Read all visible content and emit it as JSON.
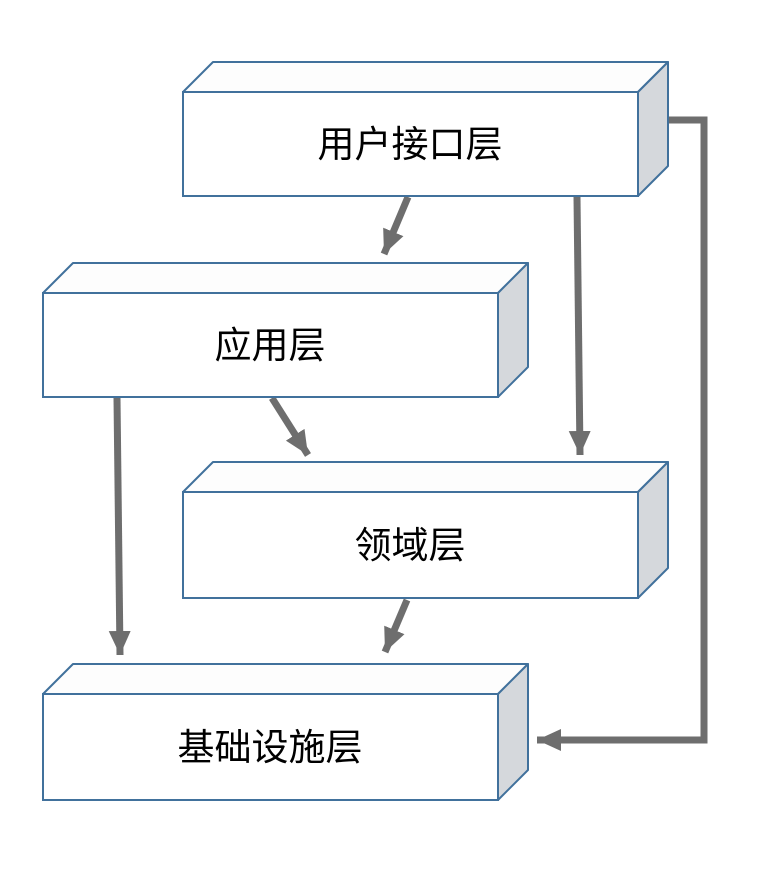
{
  "diagram": {
    "type": "layered-architecture-diagram",
    "background": "#ffffff",
    "nodes": [
      {
        "id": "user-interface-layer",
        "label": "用户接口层"
      },
      {
        "id": "application-layer",
        "label": "应用层"
      },
      {
        "id": "domain-layer",
        "label": "领域层"
      },
      {
        "id": "infrastructure-layer",
        "label": "基础设施层"
      }
    ],
    "edges": [
      {
        "from": "user-interface-layer",
        "to": "application-layer",
        "style": "diagonal"
      },
      {
        "from": "user-interface-layer",
        "to": "domain-layer",
        "style": "straight-down"
      },
      {
        "from": "user-interface-layer",
        "to": "infrastructure-layer",
        "style": "elbow-right-side"
      },
      {
        "from": "application-layer",
        "to": "domain-layer",
        "style": "diagonal"
      },
      {
        "from": "application-layer",
        "to": "infrastructure-layer",
        "style": "straight-down"
      },
      {
        "from": "domain-layer",
        "to": "infrastructure-layer",
        "style": "diagonal"
      }
    ],
    "colors": {
      "box_border": "#41719c",
      "box_front": "#ffffff",
      "box_side": "#d5d8dc",
      "arrow": "#6e6e6e",
      "text": "#000000"
    }
  }
}
